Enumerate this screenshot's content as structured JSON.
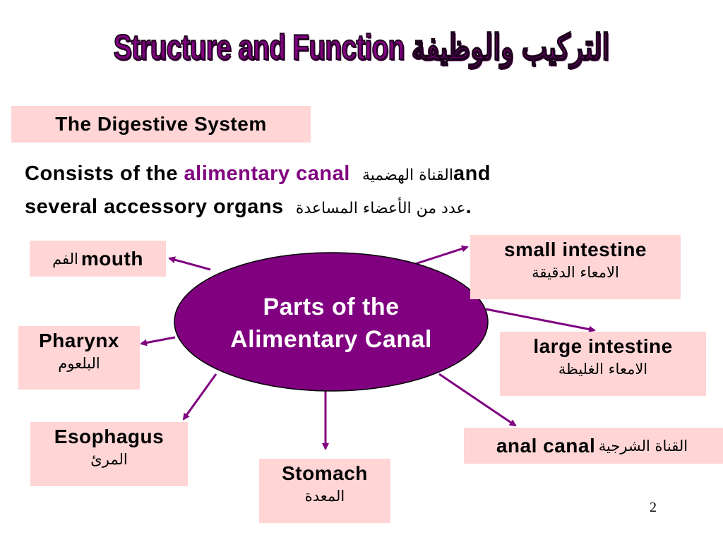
{
  "slide": {
    "title": "Structure and Function التركيب والوظيفة",
    "subtitle": "The Digestive System",
    "intro": {
      "line1_pre": "Consists of the ",
      "line1_highlight": "alimentary canal",
      "line1_arabic": "القناة الهضمية",
      "line1_post": "and",
      "line2_pre": "several accessory organs",
      "line2_arabic": "عدد من الأعضاء المساعدة",
      "line2_post": "."
    },
    "center": {
      "line1": "Parts of the",
      "line2": "Alimentary Canal"
    },
    "parts": {
      "mouth": {
        "en": "mouth",
        "ar": "الفم"
      },
      "pharynx": {
        "en": "Pharynx",
        "ar": "البلعوم"
      },
      "esophagus": {
        "en": "Esophagus",
        "ar": "المرئ"
      },
      "stomach": {
        "en": "Stomach",
        "ar": "المعدة"
      },
      "small_intestine": {
        "en": "small intestine",
        "ar": "الامعاء الدقيقة"
      },
      "large_intestine": {
        "en": "large intestine",
        "ar": "الامعاء الغليظة"
      },
      "anal_canal": {
        "en": "anal canal",
        "ar": "القناة الشرجية"
      }
    },
    "page_number": "2",
    "colors": {
      "accent": "#800080",
      "box_fill": "#ffd5d5",
      "ellipse_fill": "#800080"
    }
  }
}
